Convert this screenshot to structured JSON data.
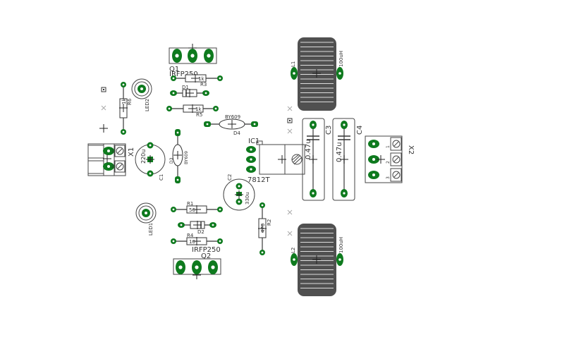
{
  "colors": {
    "pad": "#0e7a1e",
    "ink": "#333333",
    "coil": "#505050",
    "background": "#ffffff"
  },
  "labels": {
    "q1_name": "Q1",
    "q1_value": "IRFP250",
    "q2_name": "Q2",
    "q2_value": "IRFP250",
    "r3_name": "R3",
    "r3_value": "1k",
    "r5_name": "R5",
    "r5_value": "1k",
    "r6_name": "R6",
    "r6_value": "1k",
    "r1_name": "R1",
    "r1_value": "56",
    "r4_name": "R4",
    "r4_value": "10",
    "r2_name": "R2",
    "r2_value": "470",
    "d1_name": "D1",
    "d2_name": "D2",
    "d3_name": "D3",
    "d3_value": "BY609",
    "d4_name": "D4",
    "d4_value": "BY609",
    "led1_name": "LED1",
    "led2_name": "LED2",
    "x1_name": "X1",
    "x2_name": "X2",
    "x_pin1": "1",
    "x_pin2": "2",
    "x_pin3": "3",
    "c1_name": "C1",
    "c1_value": "220u",
    "c2_name": "C2",
    "c2_value": "330u",
    "c3_name": "C3",
    "c3_value": "0.47u",
    "c4_name": "C4",
    "c4_value": "0.47u",
    "ic1_name": "IC1",
    "ic1_value": "7812T",
    "l1_name": "L1",
    "l1_value": "100uH",
    "l2_name": "L2",
    "l2_value": "100uH"
  }
}
